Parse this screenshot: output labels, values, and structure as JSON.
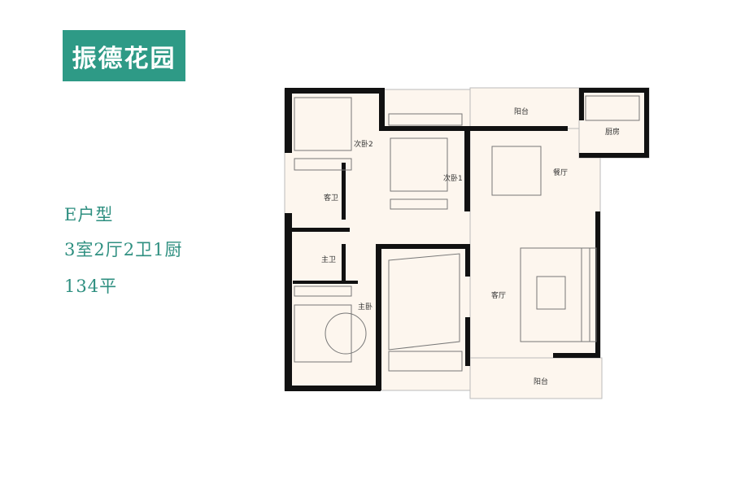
{
  "title": "振德花园",
  "unit_info": {
    "type": "E户型",
    "layout": "3室2厅2卫1厨",
    "area": "134平"
  },
  "rooms": {
    "balcony_top": "阳台",
    "kitchen": "厨房",
    "second_bedroom_2": "次卧2",
    "second_bedroom_1": "次卧1",
    "dining_room": "餐厅",
    "guest_bath": "客卫",
    "master_bath": "主卫",
    "master_bedroom": "主卧",
    "living_room": "客厅",
    "balcony_bottom": "阳台"
  },
  "colors": {
    "badge": "#2e9a86",
    "info_text": "#2e8f80",
    "wall": "#111111",
    "floor": "#fdf6ee"
  }
}
